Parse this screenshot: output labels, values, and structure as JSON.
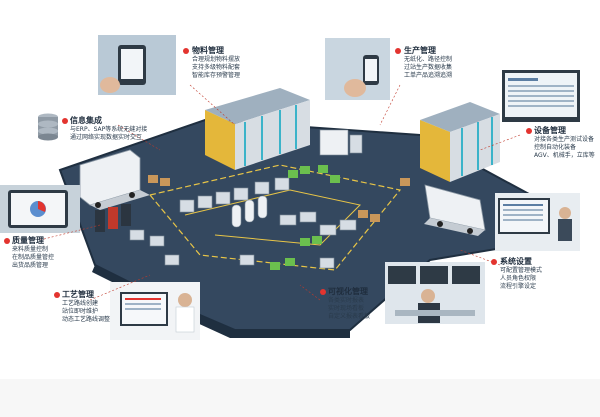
{
  "sections": {
    "material": {
      "title": "物料管理",
      "lines": [
        "合理规划物料摆放",
        "支持多级物料配套",
        "智能库存预警管理"
      ]
    },
    "production": {
      "title": "生产管理",
      "lines": [
        "无纸化、路径控制",
        "过站生产数据收集",
        "工单产品追溯追溯"
      ]
    },
    "info": {
      "title": "信息集成",
      "lines": [
        "与ERP、SAP等系统无缝对接",
        "通过网络实现数据实时交互"
      ]
    },
    "equipment": {
      "title": "设备管理",
      "lines": [
        "对接各类生产测试设备",
        "控制自动化装备",
        "AGV、机械手，立库等"
      ]
    },
    "quality": {
      "title": "质量管理",
      "lines": [
        "来料质量控制",
        "在制品质量管控",
        "出货品质管理"
      ]
    },
    "system": {
      "title": "系统设置",
      "lines": [
        "可配置管理模式",
        "人员角色权限",
        "流程引擎设定"
      ]
    },
    "process": {
      "title": "工艺管理",
      "lines": [
        "工艺路线创建",
        "站位即时维护",
        "动态工艺路线调整"
      ]
    },
    "visual": {
      "title": "可视化管理",
      "lines": [
        "各类实时报表",
        "实时现场看板",
        "自定义报表看板"
      ]
    }
  },
  "colors": {
    "floor": "#33475e",
    "floor_edge": "#1f2f40",
    "lane": "#e8c547",
    "accent_dot": "#e3342f",
    "rack": "#3bb3c9",
    "text": "#1f2d3d"
  },
  "icons": [
    "database-icon"
  ]
}
